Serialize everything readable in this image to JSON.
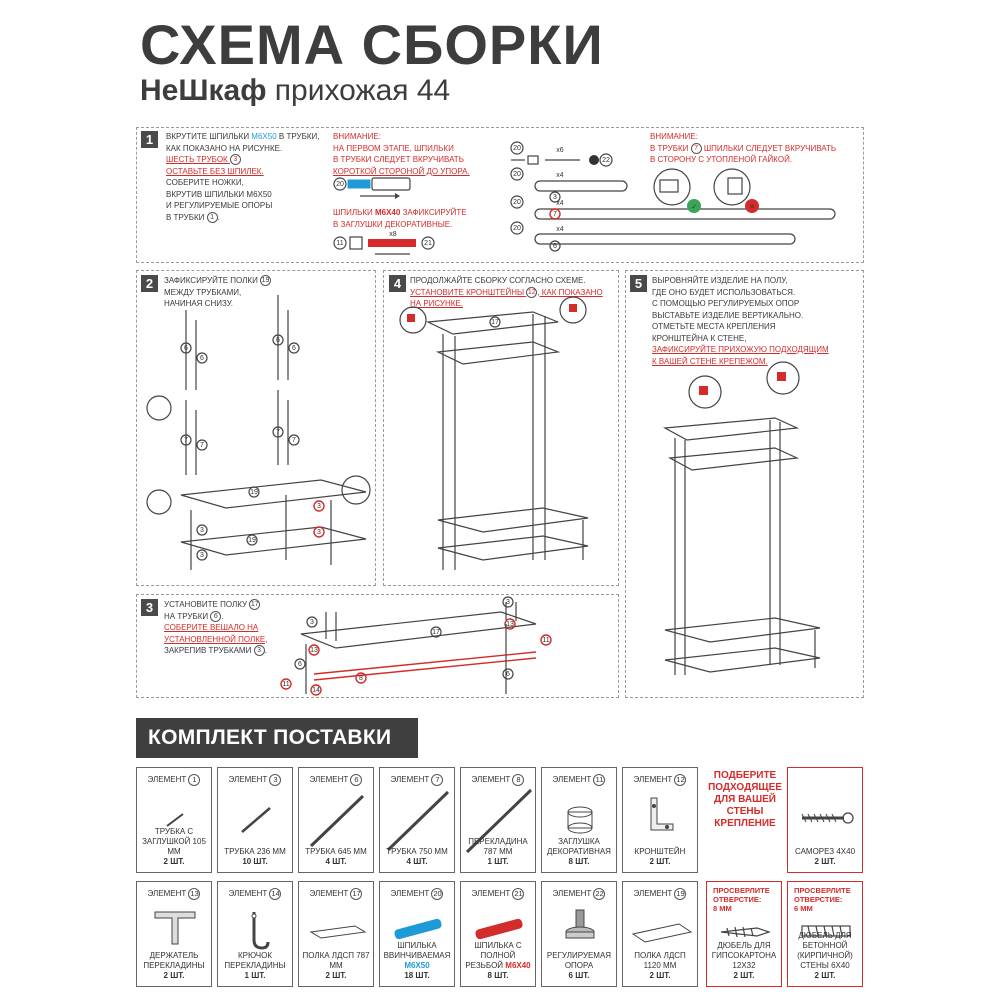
{
  "header": {
    "title": "СХЕМА СБОРКИ",
    "brand": "НеШкаф",
    "product": "прихожая 44"
  },
  "steps": {
    "s1": {
      "num": "1",
      "text_a": "Вкрутите шпильки ",
      "text_a_hl": "М6х50",
      "text_a2": " в трубки,",
      "text_b": "как показано на рисунке.",
      "text_c": "Шесть трубок",
      "text_c_ref": "3",
      "text_d": "оставьте без шпилек.",
      "text_e": "Соберите ножки,",
      "text_f": "вкрутив шпильки М6х50",
      "text_g": "и регулируемые опоры",
      "text_h": "в трубки",
      "text_h_ref": "1",
      "warn_title": "Внимание:",
      "warn_1": "на первом этапе, шпильки",
      "warn_2": "в трубки следует вкручивать",
      "warn_3": "короткой стороной до упора.",
      "bolt_1": "Шпильки ",
      "bolt_hl": "М6х40",
      "bolt_2": " зафиксируйте",
      "bolt_3": "в заглушки декоративные.",
      "warn2_title": "Внимание:",
      "warn2_1": "в трубки",
      "warn2_ref": "7",
      "warn2_2": " шпильки следует вкручивать",
      "warn2_3": "в сторону с утопленой гайкой."
    },
    "s2": {
      "num": "2",
      "t1": "Зафиксируйте полки",
      "t1_ref": "19",
      "t2": "между трубками,",
      "t3": "начиная снизу."
    },
    "s3": {
      "num": "3",
      "t1": "Установите полку",
      "t1_ref": "17",
      "t2": "на трубки",
      "t2_ref": "6",
      "t3": "Соберите вешало на",
      "t4": "установленной полке,",
      "t5": "закрепив трубками",
      "t5_ref": "3"
    },
    "s4": {
      "num": "4",
      "t1": "Продолжайте сборку согласно схеме.",
      "t2": "Установите кронштейны",
      "t2_ref": "12",
      "t2b": ", как показано",
      "t3": "на рисунке."
    },
    "s5": {
      "num": "5",
      "t1": "Выровняйте изделие на полу,",
      "t2": "где оно будет использоваться.",
      "t3": "С помощью регулируемых опор",
      "t4": "выставьте изделие вертикально.",
      "t5": "Отметьте места крепления",
      "t6": "кронштейна к стене,",
      "t7": "зафиксируйте прихожую подходящим",
      "t8": "к вашей стене крепежом."
    }
  },
  "kit": {
    "title": "КОМПЛЕКТ ПОСТАВКИ",
    "element_word": "ЭЛЕМЕНТ",
    "note": "ПОДБЕРИТЕ ПОДХОДЯЩЕЕ ДЛЯ ВАШЕЙ СТЕНЫ КРЕПЛЕНИЕ",
    "row1": [
      {
        "ref": "1",
        "name": "ТРУБКА С ЗАГЛУШКОЙ 105 мм",
        "qty": "2 шт."
      },
      {
        "ref": "3",
        "name": "ТРУБКА 236 мм",
        "qty": "10 шт."
      },
      {
        "ref": "6",
        "name": "ТРУБКА 645 мм",
        "qty": "4 шт."
      },
      {
        "ref": "7",
        "name": "ТРУБКА 750 мм",
        "qty": "4 шт."
      },
      {
        "ref": "8",
        "name": "ПЕРЕКЛАДИНА 787 мм",
        "qty": "1 шт."
      },
      {
        "ref": "11",
        "name": "ЗАГЛУШКА ДЕКОРАТИВНАЯ",
        "qty": "8 шт."
      },
      {
        "ref": "12",
        "name": "КРОНШТЕЙН",
        "qty": "2 шт."
      }
    ],
    "screw": {
      "name": "САМОРЕЗ 4х40",
      "qty": "2 шт."
    },
    "row2": [
      {
        "ref": "13",
        "name": "ДЕРЖАТЕЛЬ ПЕРЕКЛАДИНЫ",
        "qty": "2 шт."
      },
      {
        "ref": "14",
        "name": "КРЮЧОК ПЕРЕКЛАДИНЫ",
        "qty": "1 шт."
      },
      {
        "ref": "17",
        "name": "ПОЛКА ЛДСП 787 мм",
        "qty": "2 шт."
      },
      {
        "ref": "20",
        "name": "ШПИЛЬКА ВВИНЧИВАЕМАЯ",
        "name_hl": "М6х50",
        "qty": "18 шт."
      },
      {
        "ref": "21",
        "name": "ШПИЛЬКА С ПОЛНОЙ РЕЗЬБОЙ",
        "name_hl": "М6х40",
        "qty": "8 шт."
      },
      {
        "ref": "22",
        "name": "РЕГУЛИРУЕМАЯ ОПОРА",
        "qty": "6 шт."
      },
      {
        "ref": "19",
        "name": "ПОЛКА ЛДСП 1120 мм",
        "qty": "2 шт."
      }
    ],
    "dowel1": {
      "drill": "ПРОСВЕРЛИТЕ ОТВЕРСТИЕ:",
      "drill_mm": "8 мм",
      "name": "ДЮБЕЛЬ ДЛЯ ГИПСОКАРТОНА 12х32",
      "qty": "2 шт."
    },
    "dowel2": {
      "drill": "ПРОСВЕРЛИТЕ ОТВЕРСТИЕ:",
      "drill_mm": "6 мм",
      "name": "ДЮБЕЛЬ ДЛЯ БЕТОННОЙ (КИРПИЧНОЙ) СТЕНЫ 6х40",
      "qty": "2 шт."
    }
  },
  "colors": {
    "accent_red": "#d42b2b",
    "accent_blue": "#1e9bd7",
    "dark": "#3f3f3f"
  }
}
